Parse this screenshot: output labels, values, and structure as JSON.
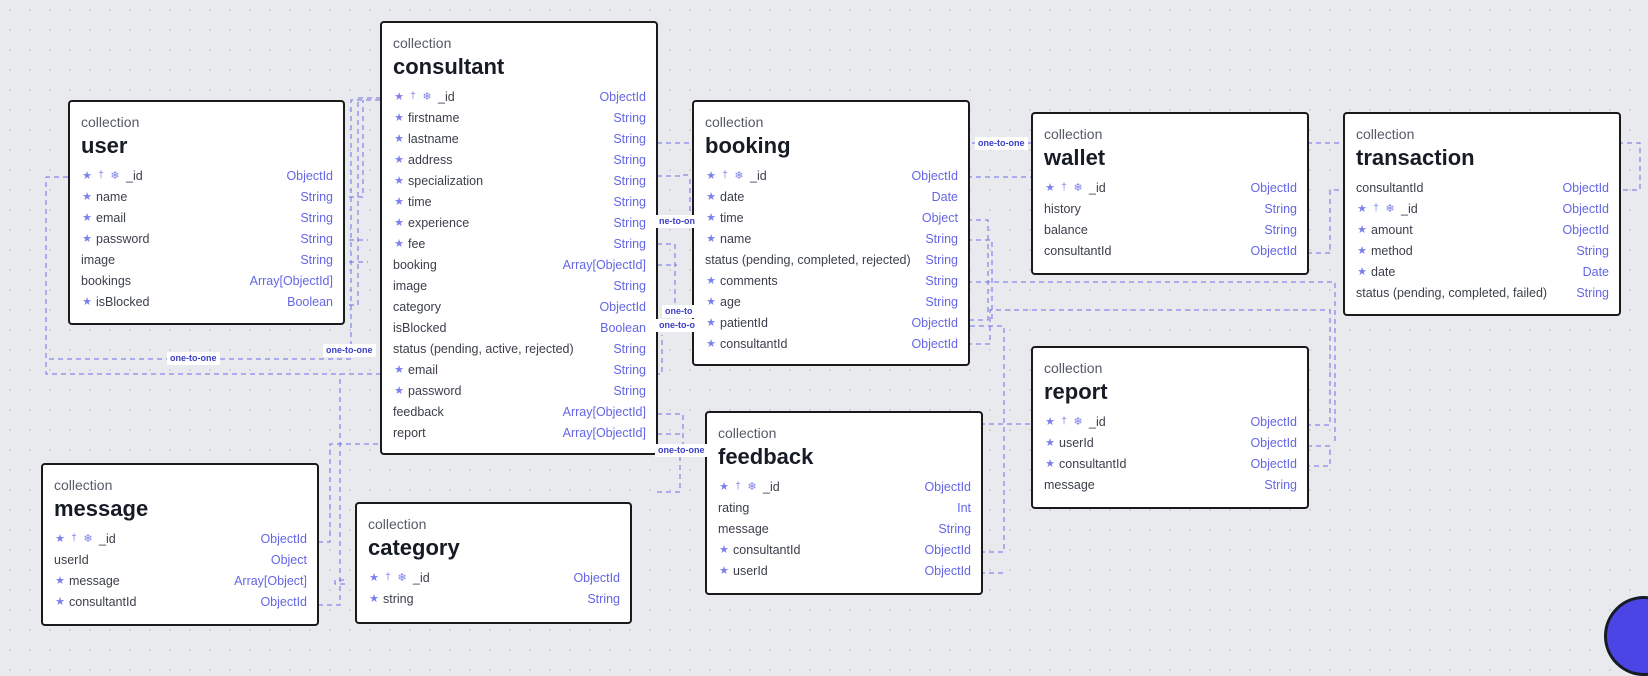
{
  "colors": {
    "accent": "#6466e6",
    "edge": "#6b6ee8",
    "fab": "#4b45e6",
    "border": "#1a1a1a"
  },
  "collections": [
    {
      "id": "user",
      "kind": "collection",
      "title": "user",
      "fields": [
        {
          "icons": [
            "star",
            "key",
            "snowflake"
          ],
          "name": "_id",
          "type": "ObjectId"
        },
        {
          "icons": [
            "star"
          ],
          "name": "name",
          "type": "String"
        },
        {
          "icons": [
            "star"
          ],
          "name": "email",
          "type": "String"
        },
        {
          "icons": [
            "star"
          ],
          "name": "password",
          "type": "String"
        },
        {
          "icons": [],
          "name": "image",
          "type": "String"
        },
        {
          "icons": [],
          "name": "bookings",
          "type": "Array[ObjectId]"
        },
        {
          "icons": [
            "star"
          ],
          "name": "isBlocked",
          "type": "Boolean"
        }
      ]
    },
    {
      "id": "consultant",
      "kind": "collection",
      "title": "consultant",
      "fields": [
        {
          "icons": [
            "star",
            "key",
            "snowflake"
          ],
          "name": "_id",
          "type": "ObjectId"
        },
        {
          "icons": [
            "star"
          ],
          "name": "firstname",
          "type": "String"
        },
        {
          "icons": [
            "star"
          ],
          "name": "lastname",
          "type": "String"
        },
        {
          "icons": [
            "star"
          ],
          "name": "address",
          "type": "String"
        },
        {
          "icons": [
            "star"
          ],
          "name": "specialization",
          "type": "String"
        },
        {
          "icons": [
            "star"
          ],
          "name": "time",
          "type": "String"
        },
        {
          "icons": [
            "star"
          ],
          "name": "experience",
          "type": "String"
        },
        {
          "icons": [
            "star"
          ],
          "name": "fee",
          "type": "String"
        },
        {
          "icons": [],
          "name": "booking",
          "type": "Array[ObjectId]"
        },
        {
          "icons": [],
          "name": "image",
          "type": "String"
        },
        {
          "icons": [],
          "name": "category",
          "type": "ObjectId"
        },
        {
          "icons": [],
          "name": "isBlocked",
          "type": "Boolean"
        },
        {
          "icons": [],
          "name": "status (pending, active, rejected)",
          "type": "String"
        },
        {
          "icons": [
            "star"
          ],
          "name": "email",
          "type": "String"
        },
        {
          "icons": [
            "star"
          ],
          "name": "password",
          "type": "String"
        },
        {
          "icons": [],
          "name": "feedback",
          "type": "Array[ObjectId]"
        },
        {
          "icons": [],
          "name": "report",
          "type": "Array[ObjectId]"
        }
      ]
    },
    {
      "id": "booking",
      "kind": "collection",
      "title": "booking",
      "fields": [
        {
          "icons": [
            "star",
            "key",
            "snowflake"
          ],
          "name": "_id",
          "type": "ObjectId"
        },
        {
          "icons": [
            "star"
          ],
          "name": "date",
          "type": "Date"
        },
        {
          "icons": [
            "star"
          ],
          "name": "time",
          "type": "Object"
        },
        {
          "icons": [
            "star"
          ],
          "name": "name",
          "type": "String"
        },
        {
          "icons": [],
          "name": "status (pending, completed, rejected)",
          "type": "String"
        },
        {
          "icons": [
            "star"
          ],
          "name": "comments",
          "type": "String"
        },
        {
          "icons": [
            "star"
          ],
          "name": "age",
          "type": "String"
        },
        {
          "icons": [
            "star"
          ],
          "name": "patientId",
          "type": "ObjectId"
        },
        {
          "icons": [
            "star"
          ],
          "name": "consultantId",
          "type": "ObjectId"
        }
      ]
    },
    {
      "id": "wallet",
      "kind": "collection",
      "title": "wallet",
      "fields": [
        {
          "icons": [
            "star",
            "key",
            "snowflake"
          ],
          "name": "_id",
          "type": "ObjectId"
        },
        {
          "icons": [],
          "name": "history",
          "type": "String"
        },
        {
          "icons": [],
          "name": "balance",
          "type": "String"
        },
        {
          "icons": [],
          "name": "consultantId",
          "type": "ObjectId"
        }
      ]
    },
    {
      "id": "transaction",
      "kind": "collection",
      "title": "transaction",
      "fields": [
        {
          "icons": [],
          "name": "consultantId",
          "type": "ObjectId"
        },
        {
          "icons": [
            "star",
            "key",
            "snowflake"
          ],
          "name": "_id",
          "type": "ObjectId"
        },
        {
          "icons": [
            "star"
          ],
          "name": "amount",
          "type": "ObjectId"
        },
        {
          "icons": [
            "star"
          ],
          "name": "method",
          "type": "String"
        },
        {
          "icons": [
            "star"
          ],
          "name": "date",
          "type": "Date"
        },
        {
          "icons": [],
          "name": "status (pending, completed, failed)",
          "type": "String"
        }
      ]
    },
    {
      "id": "report",
      "kind": "collection",
      "title": "report",
      "fields": [
        {
          "icons": [
            "star",
            "key",
            "snowflake"
          ],
          "name": "_id",
          "type": "ObjectId"
        },
        {
          "icons": [
            "star"
          ],
          "name": "userId",
          "type": "ObjectId"
        },
        {
          "icons": [
            "star"
          ],
          "name": "consultantId",
          "type": "ObjectId"
        },
        {
          "icons": [],
          "name": "message",
          "type": "String"
        }
      ]
    },
    {
      "id": "feedback",
      "kind": "collection",
      "title": "feedback",
      "fields": [
        {
          "icons": [
            "star",
            "key",
            "snowflake"
          ],
          "name": "_id",
          "type": "ObjectId"
        },
        {
          "icons": [],
          "name": "rating",
          "type": "Int"
        },
        {
          "icons": [],
          "name": "message",
          "type": "String"
        },
        {
          "icons": [
            "star"
          ],
          "name": "consultantId",
          "type": "ObjectId"
        },
        {
          "icons": [
            "star"
          ],
          "name": "userId",
          "type": "ObjectId"
        }
      ]
    },
    {
      "id": "message",
      "kind": "collection",
      "title": "message",
      "fields": [
        {
          "icons": [
            "star",
            "key",
            "snowflake"
          ],
          "name": "_id",
          "type": "ObjectId"
        },
        {
          "icons": [],
          "name": "userId",
          "type": "Object"
        },
        {
          "icons": [
            "star"
          ],
          "name": "message",
          "type": "Array[Object]"
        },
        {
          "icons": [
            "star"
          ],
          "name": "consultantId",
          "type": "ObjectId"
        }
      ]
    },
    {
      "id": "category",
      "kind": "collection",
      "title": "category",
      "fields": [
        {
          "icons": [
            "star",
            "key",
            "snowflake"
          ],
          "name": "_id",
          "type": "ObjectId"
        },
        {
          "icons": [
            "star"
          ],
          "name": "string",
          "type": "String"
        }
      ]
    }
  ],
  "relationship_labels": [
    {
      "id": "rel-wallet",
      "text": "one-to-one"
    },
    {
      "id": "rel-user",
      "text": "one-to-one"
    },
    {
      "id": "rel-message",
      "text": "one-to-one"
    },
    {
      "id": "rel-booking-a",
      "text": "ne-to-on"
    },
    {
      "id": "rel-booking-b",
      "text": "one-to"
    },
    {
      "id": "rel-booking-c",
      "text": "one-to-o"
    },
    {
      "id": "rel-feedback",
      "text": "one-to-one"
    }
  ]
}
